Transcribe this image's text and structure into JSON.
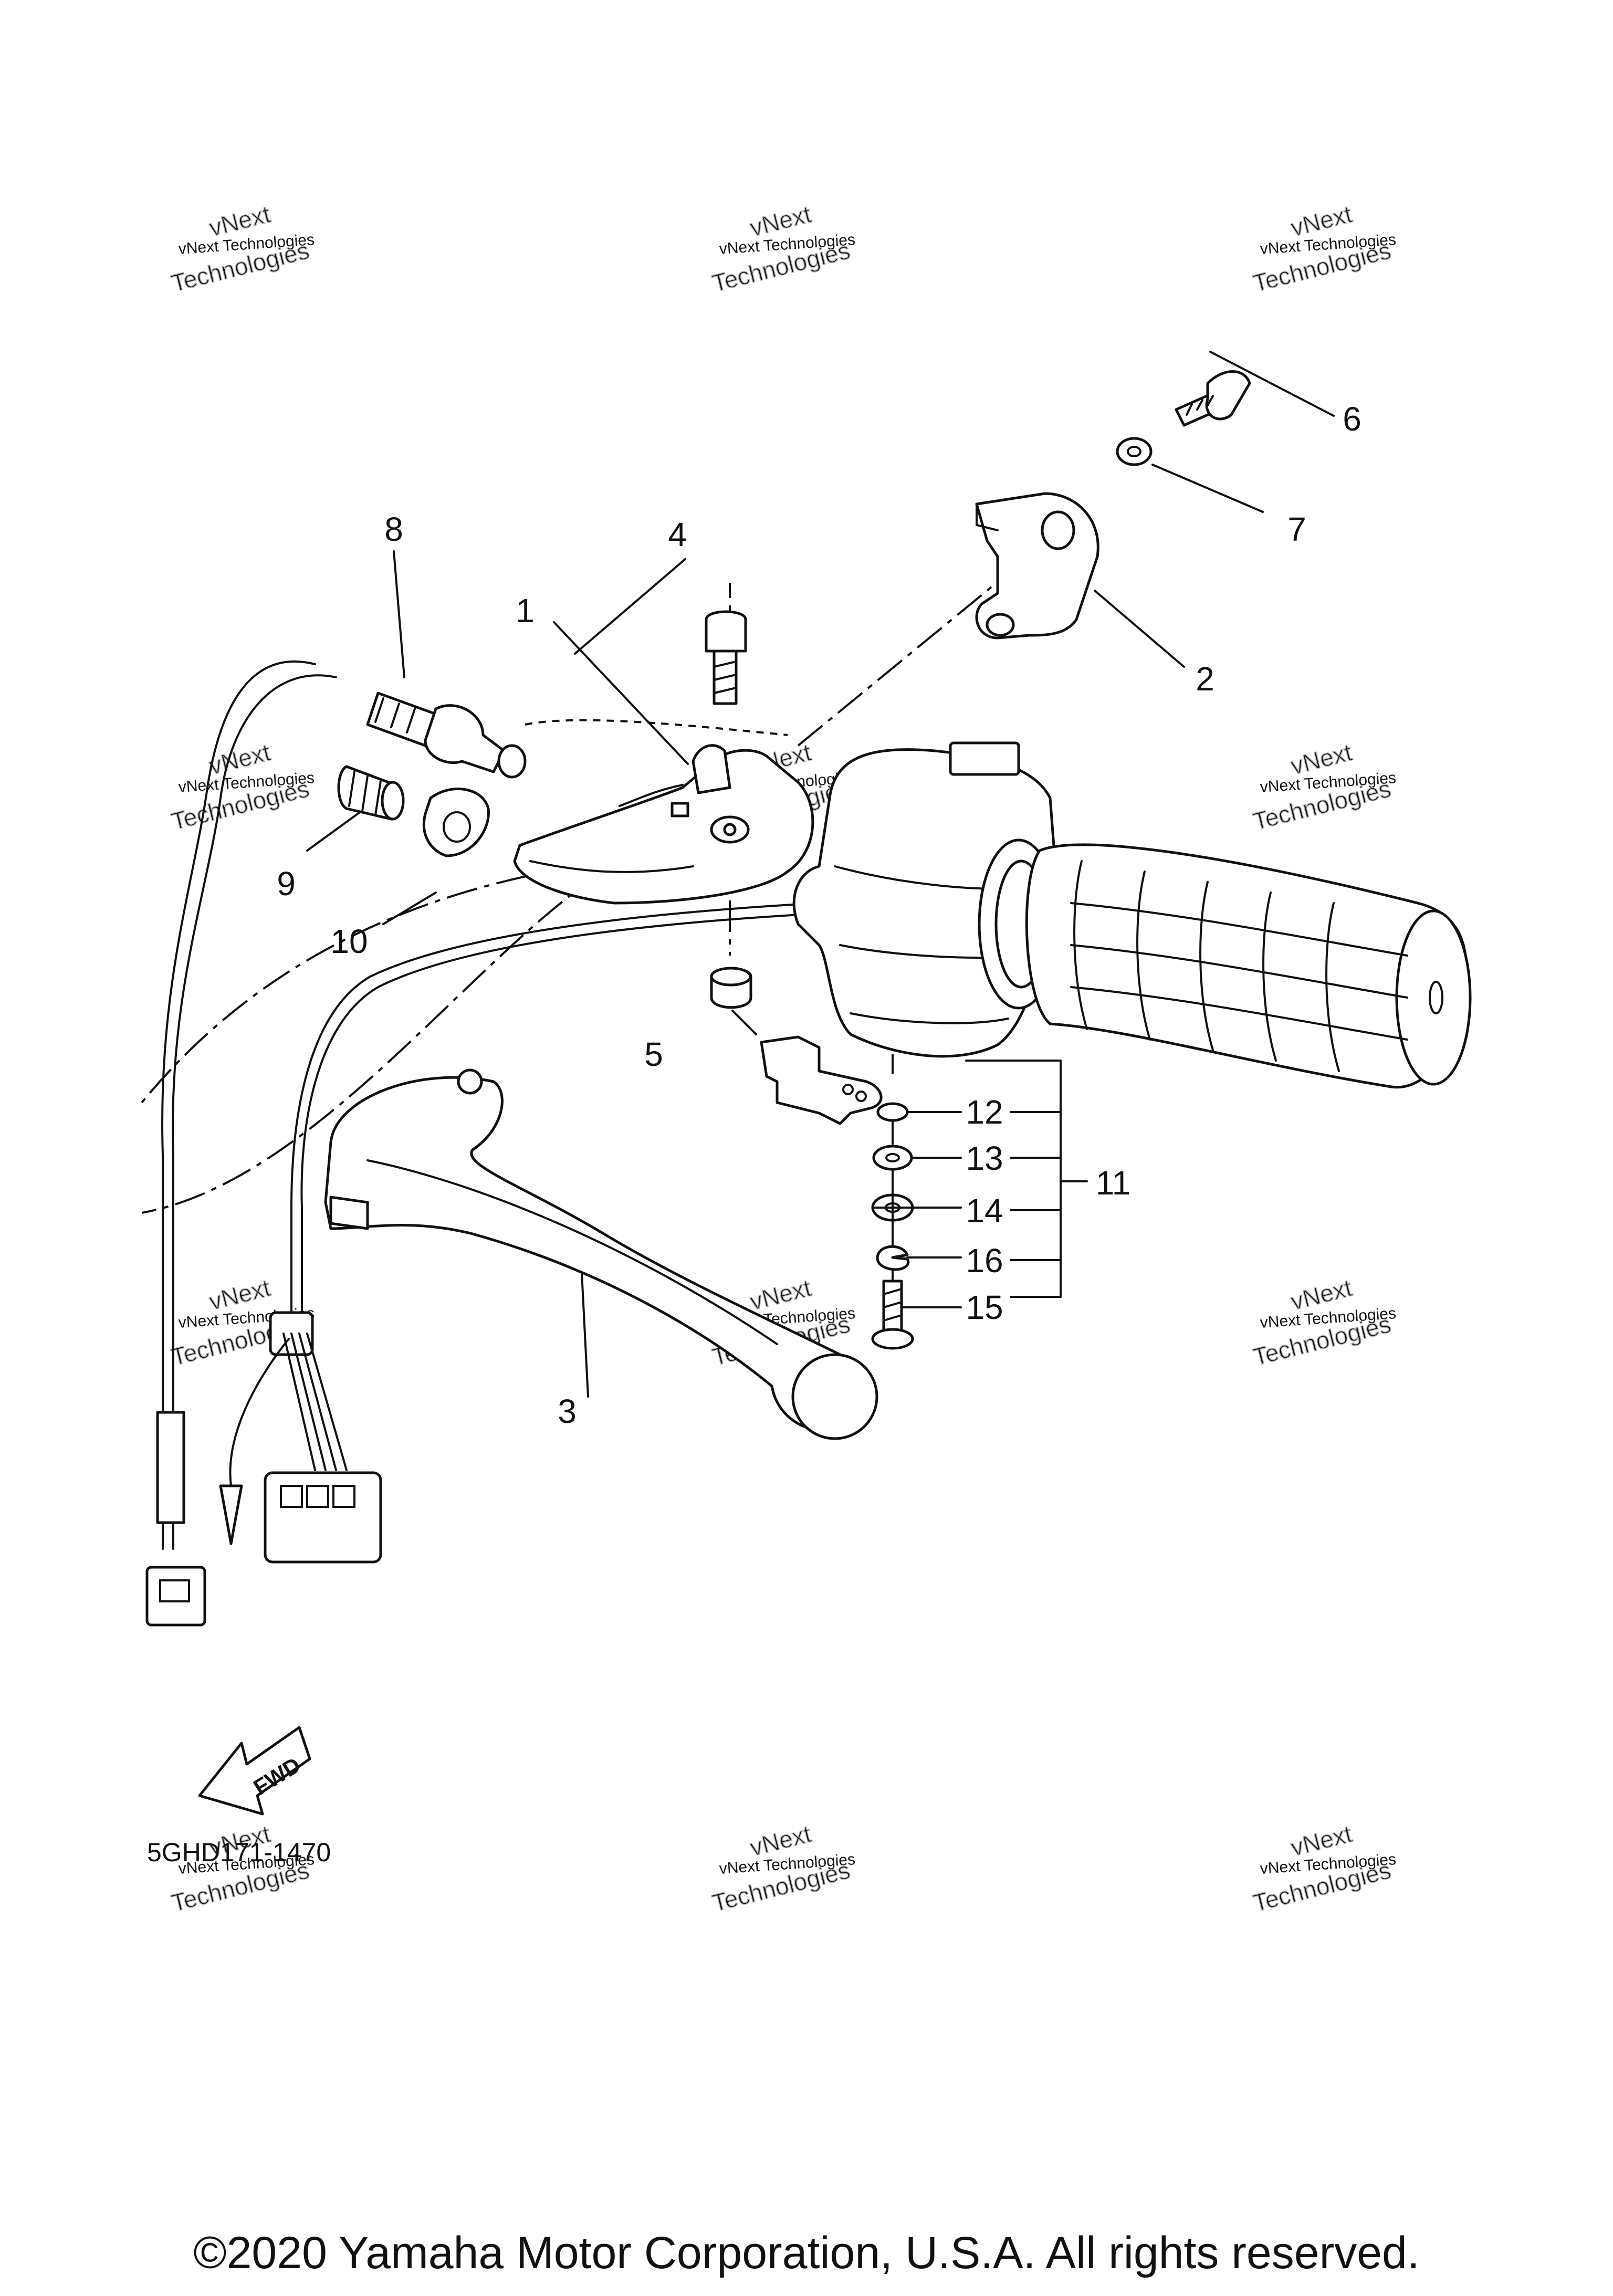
{
  "diagram": {
    "part_number": "5GHD171-1470",
    "copyright": "©2020 Yamaha Motor Corporation, U.S.A. All rights reserved.",
    "watermark": {
      "line1": "vNext Technologies",
      "line2": "Technologies",
      "overlay": "vNext"
    },
    "fwd_label": "FWD",
    "callouts": {
      "c1": "1",
      "c2": "2",
      "c3": "3",
      "c4": "4",
      "c5": "5",
      "c6": "6",
      "c7": "7",
      "c8": "8",
      "c9": "9",
      "c10": "10",
      "c11": "11",
      "c12": "12",
      "c13": "13",
      "c14": "14",
      "c15": "15",
      "c16": "16"
    }
  }
}
